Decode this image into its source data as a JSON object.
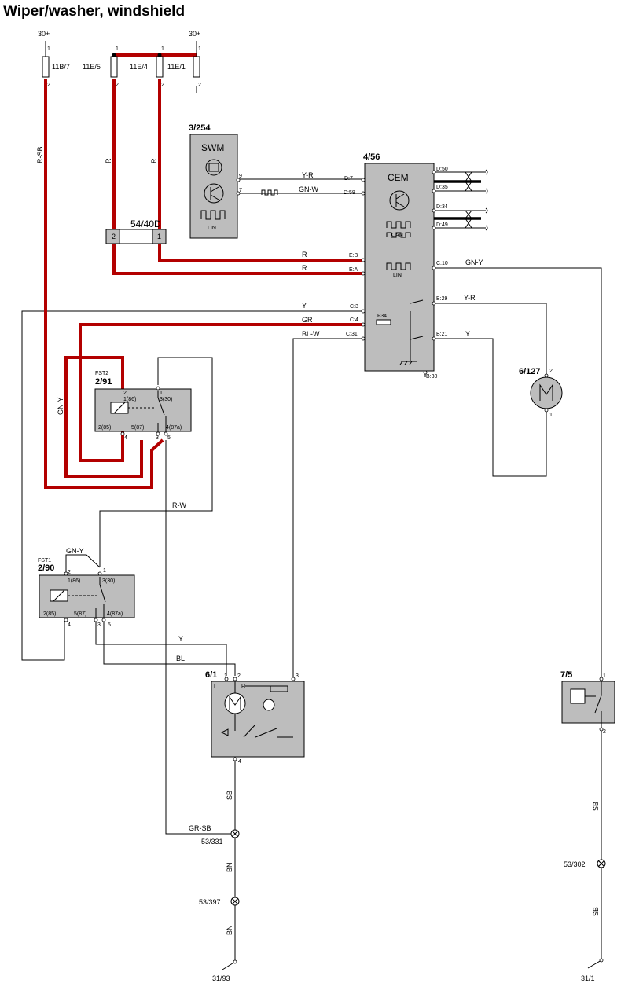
{
  "title": "Wiper/washer, windshield",
  "supplies": {
    "left": "30+",
    "right": "30+"
  },
  "fuses": {
    "f1": "11B/7",
    "f2": "11E/5",
    "f3": "11E/4",
    "f4": "11E/1",
    "pin_in": "1",
    "pin_out": "2"
  },
  "connector_54": {
    "id": "54/40D",
    "pin_left": "2",
    "pin_right": "1"
  },
  "swm": {
    "id": "3/254",
    "name": "SWM",
    "bus": "LIN",
    "pin_a": "9",
    "pin_b": "7"
  },
  "cem": {
    "id": "4/56",
    "name": "CEM",
    "can": "CAN",
    "lin": "LIN",
    "fuse": "F34",
    "pins_left": [
      "D:7",
      "D:58",
      "E:B",
      "E:A",
      "C:3",
      "C:4",
      "C:31"
    ],
    "pins_right": [
      "D:50",
      "D:35",
      "D:34",
      "D:49",
      "C:10",
      "B:29",
      "B:21"
    ],
    "pin_bottom": "B:30"
  },
  "wire_colors": {
    "y_r": "Y-R",
    "gn_w": "GN-W",
    "r": "R",
    "r_sb": "R-SB",
    "y": "Y",
    "gr": "GR",
    "bl_w": "BL-W",
    "gn_y": "GN-Y",
    "r_w": "R-W",
    "bl": "BL",
    "sb": "SB",
    "gr_sb": "GR-SB",
    "bn": "BN"
  },
  "relay_fst2": {
    "label": "FST2",
    "id": "2/91",
    "p1": "1(86)",
    "p3": "3(30)",
    "p2": "2(85)",
    "p5": "5(87)",
    "p4": "4(87a)",
    "n2": "2",
    "n1": "1",
    "n4": "4",
    "n3": "3",
    "n5": "5"
  },
  "relay_fst1": {
    "label": "FST1",
    "id": "2/90",
    "p1": "1(86)",
    "p3": "3(30)",
    "p2": "2(85)",
    "p5": "5(87)",
    "p4": "4(87a)",
    "n2": "2",
    "n1": "1",
    "n4": "4",
    "n3": "3",
    "n5": "5"
  },
  "pump_motor": {
    "id": "6/127",
    "pin_top": "2",
    "pin_bottom": "1"
  },
  "wiper_motor": {
    "id": "6/1",
    "pin1": "1",
    "pin2": "2",
    "pin3": "3",
    "pin4": "4",
    "low": "L",
    "high": "H"
  },
  "washer_switch": {
    "id": "7/5",
    "pin1": "1",
    "pin2": "2"
  },
  "grounds": {
    "g331": "53/331",
    "g397": "53/397",
    "g302": "53/302",
    "gnd_left": "31/93",
    "gnd_right": "31/1"
  },
  "colors": {
    "power_wire": "#b30000",
    "component_fill": "#bdbdbd"
  }
}
